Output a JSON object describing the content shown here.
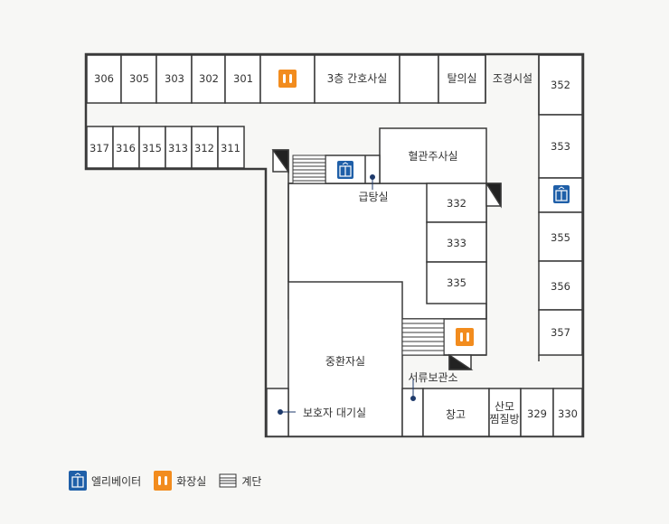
{
  "rooms": {
    "r306": "306",
    "r305": "305",
    "r303": "303",
    "r302": "302",
    "r301": "301",
    "nurse": "3층 간호사실",
    "dressing": "탈의실",
    "lighting": "조경시설",
    "r352": "352",
    "r353": "353",
    "r355": "355",
    "r356": "356",
    "r357": "357",
    "r317": "317",
    "r316": "316",
    "r315": "315",
    "r313": "313",
    "r312": "312",
    "r311": "311",
    "injection": "혈관주사실",
    "pantry": "급탕실",
    "r332": "332",
    "r333": "333",
    "r335": "335",
    "icu": "중환자실",
    "records": "서류보관소",
    "waiting": "보호자 대기실",
    "storage": "창고",
    "sanmo1": "산모",
    "sanmo2": "찜질방",
    "r329": "329",
    "r330": "330"
  },
  "legend": {
    "elevator": "엘리베이터",
    "restroom": "화장실",
    "stairs": "계단"
  },
  "colors": {
    "elevator": "#1f5fa8",
    "restroom": "#f28c1e",
    "wall": "#3a3a3a",
    "room": "#ffffff"
  }
}
